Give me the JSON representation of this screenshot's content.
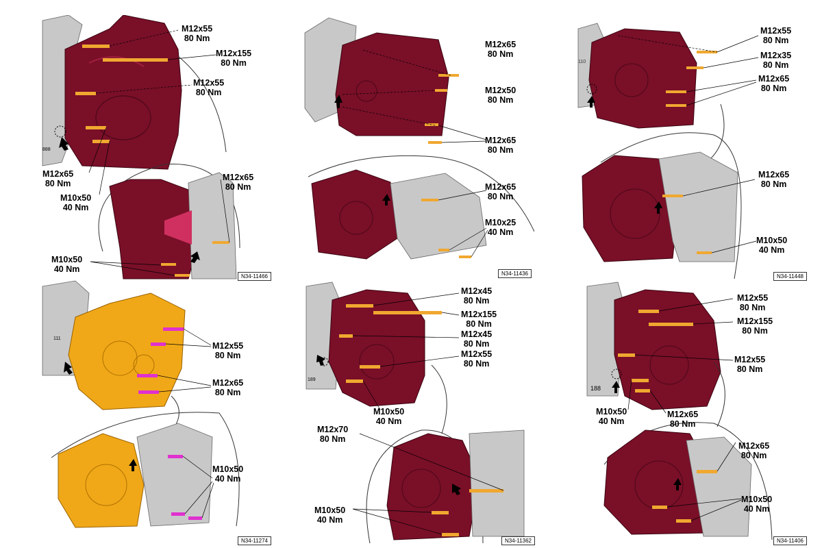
{
  "colors": {
    "housing_dark": "#7a0f28",
    "housing_orange": "#f0a818",
    "bolt_orange": "#f0a830",
    "bolt_magenta": "#e030d0",
    "engine_gray": "#c8c8c8"
  },
  "panels": [
    {
      "id": "p1",
      "code": "N34-11466",
      "housing": "dark",
      "part_num": "888",
      "labels": [
        {
          "size": "M12x55",
          "torque": "80 Nm"
        },
        {
          "size": "M12x155",
          "torque": "80 Nm"
        },
        {
          "size": "M12x55",
          "torque": "80 Nm"
        },
        {
          "size": "M12x65",
          "torque": "80 Nm"
        },
        {
          "size": "M10x50",
          "torque": "40 Nm"
        },
        {
          "size": "M12x65",
          "torque": "80 Nm"
        },
        {
          "size": "M10x50",
          "torque": "40 Nm"
        }
      ]
    },
    {
      "id": "p2",
      "code": "N34-11436",
      "housing": "dark",
      "labels": [
        {
          "size": "M12x65",
          "torque": "80 Nm"
        },
        {
          "size": "M12x50",
          "torque": "80 Nm"
        },
        {
          "size": "M12x65",
          "torque": "80 Nm"
        },
        {
          "size": "M12x65",
          "torque": "80 Nm"
        },
        {
          "size": "M10x25",
          "torque": "40 Nm"
        }
      ]
    },
    {
      "id": "p3",
      "code": "N34-11448",
      "housing": "dark",
      "part_num": "110",
      "labels": [
        {
          "size": "M12x55",
          "torque": "80 Nm"
        },
        {
          "size": "M12x35",
          "torque": "80 Nm"
        },
        {
          "size": "M12x65",
          "torque": "80 Nm"
        },
        {
          "size": "M12x65",
          "torque": "80 Nm"
        },
        {
          "size": "M10x50",
          "torque": "40 Nm"
        }
      ]
    },
    {
      "id": "p4",
      "code": "N34-11274",
      "housing": "orange",
      "part_num": "111",
      "labels": [
        {
          "size": "M12x55",
          "torque": "80 Nm"
        },
        {
          "size": "M12x65",
          "torque": "80 Nm"
        },
        {
          "size": "M10x50",
          "torque": "40 Nm"
        }
      ]
    },
    {
      "id": "p5",
      "code": "N34-11362",
      "housing": "dark",
      "part_num": "189",
      "labels": [
        {
          "size": "M12x45",
          "torque": "80 Nm"
        },
        {
          "size": "M12x155",
          "torque": "80 Nm"
        },
        {
          "size": "M12x45",
          "torque": "80 Nm"
        },
        {
          "size": "M12x55",
          "torque": "80 Nm"
        },
        {
          "size": "M10x50",
          "torque": "40 Nm"
        },
        {
          "size": "M12x70",
          "torque": "80 Nm"
        },
        {
          "size": "M10x50",
          "torque": "40 Nm"
        }
      ]
    },
    {
      "id": "p6",
      "code": "N34-11406",
      "housing": "dark",
      "part_num": "188",
      "labels": [
        {
          "size": "M12x55",
          "torque": "80 Nm"
        },
        {
          "size": "M12x155",
          "torque": "80 Nm"
        },
        {
          "size": "M12x55",
          "torque": "80 Nm"
        },
        {
          "size": "M10x50",
          "torque": "40 Nm"
        },
        {
          "size": "M12x65",
          "torque": "80 Nm"
        },
        {
          "size": "M12x65",
          "torque": "80 Nm"
        },
        {
          "size": "M10x50",
          "torque": "40 Nm"
        }
      ]
    }
  ]
}
